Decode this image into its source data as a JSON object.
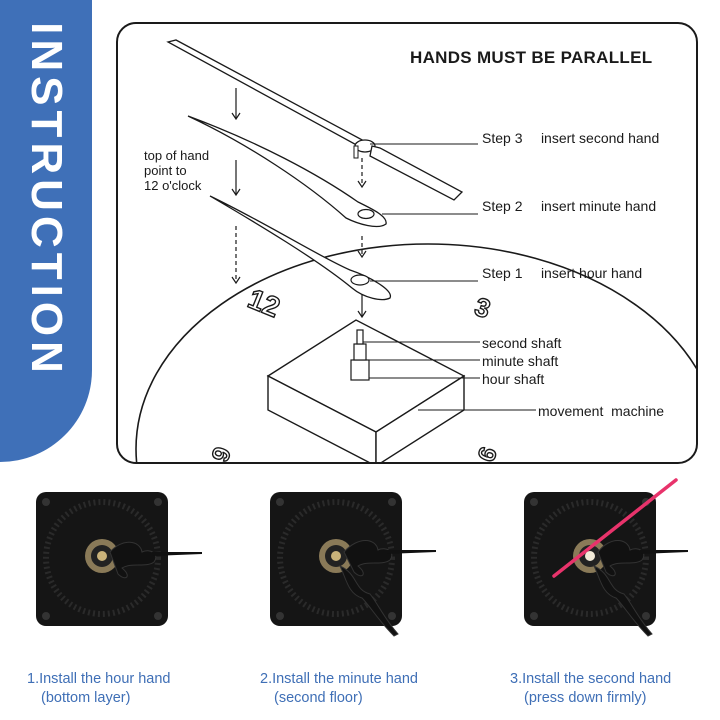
{
  "banner": {
    "title": "INSTRUCTION",
    "color": "#3f70b8"
  },
  "diagram": {
    "header": "HANDS MUST BE PARALLEL",
    "note": {
      "line1": "top of hand",
      "line2": "point to",
      "line3": "12 o'clock"
    },
    "steps": [
      {
        "number": "Step 3",
        "text": "insert second hand"
      },
      {
        "number": "Step 2",
        "text": "insert minute hand"
      },
      {
        "number": "Step 1",
        "text": "insert hour hand"
      }
    ],
    "parts": {
      "second_shaft": "second shaft",
      "minute_shaft": "minute shaft",
      "hour_shaft": "hour shaft",
      "movement": "movement  machine"
    },
    "dial_numbers": {
      "twelve": "12",
      "three": "3",
      "six": "6",
      "nine": "9"
    }
  },
  "photos": [
    {
      "line1": "1.Install the hour hand",
      "line2": "(bottom layer)"
    },
    {
      "line1": "2.Install the minute hand",
      "line2": "(second floor)"
    },
    {
      "line1": "3.Install the second hand",
      "line2": "(press down firmly)"
    }
  ],
  "colors": {
    "caption": "#3f6fb6",
    "second_hand": "#e8336b"
  }
}
